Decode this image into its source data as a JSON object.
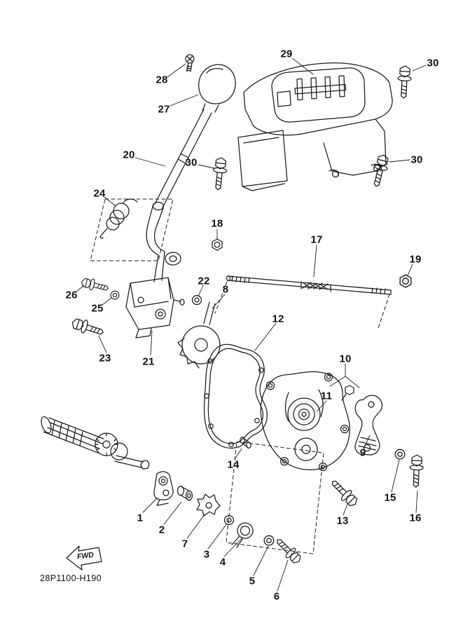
{
  "diagram": {
    "code": "28P1100-H190",
    "fwd_label": "FWD"
  },
  "callouts": [
    {
      "label": "28"
    },
    {
      "label": "27"
    },
    {
      "label": "29"
    },
    {
      "label": "30"
    },
    {
      "label": "30"
    },
    {
      "label": "30"
    },
    {
      "label": "20"
    },
    {
      "label": "24"
    },
    {
      "label": "18"
    },
    {
      "label": "17"
    },
    {
      "label": "19"
    },
    {
      "label": "26"
    },
    {
      "label": "25"
    },
    {
      "label": "22"
    },
    {
      "label": "8"
    },
    {
      "label": "21"
    },
    {
      "label": "23"
    },
    {
      "label": "12"
    },
    {
      "label": "10"
    },
    {
      "label": "11"
    },
    {
      "label": "9"
    },
    {
      "label": "14"
    },
    {
      "label": "15"
    },
    {
      "label": "16"
    },
    {
      "label": "13"
    },
    {
      "label": "1"
    },
    {
      "label": "2"
    },
    {
      "label": "7"
    },
    {
      "label": "3"
    },
    {
      "label": "4"
    },
    {
      "label": "5"
    },
    {
      "label": "6"
    }
  ]
}
